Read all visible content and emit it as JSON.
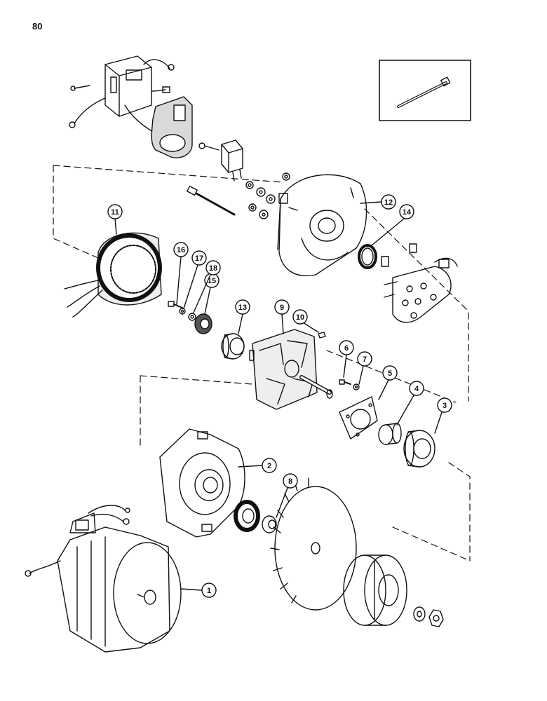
{
  "page": {
    "number": "80"
  },
  "callouts": [
    {
      "id": "1",
      "label": "1"
    },
    {
      "id": "2",
      "label": "2"
    },
    {
      "id": "3",
      "label": "3"
    },
    {
      "id": "4",
      "label": "4"
    },
    {
      "id": "5",
      "label": "5"
    },
    {
      "id": "6",
      "label": "6"
    },
    {
      "id": "7",
      "label": "7"
    },
    {
      "id": "8",
      "label": "8"
    },
    {
      "id": "9",
      "label": "9"
    },
    {
      "id": "10",
      "label": "10"
    },
    {
      "id": "11",
      "label": "11"
    },
    {
      "id": "12",
      "label": "12"
    },
    {
      "id": "13",
      "label": "13"
    },
    {
      "id": "14",
      "label": "14"
    },
    {
      "id": "15",
      "label": "15"
    },
    {
      "id": "16",
      "label": "16"
    },
    {
      "id": "17",
      "label": "17"
    },
    {
      "id": "18",
      "label": "18"
    }
  ],
  "colors": {
    "ink": "#111111",
    "paper": "#ffffff",
    "shade": "#444444"
  }
}
